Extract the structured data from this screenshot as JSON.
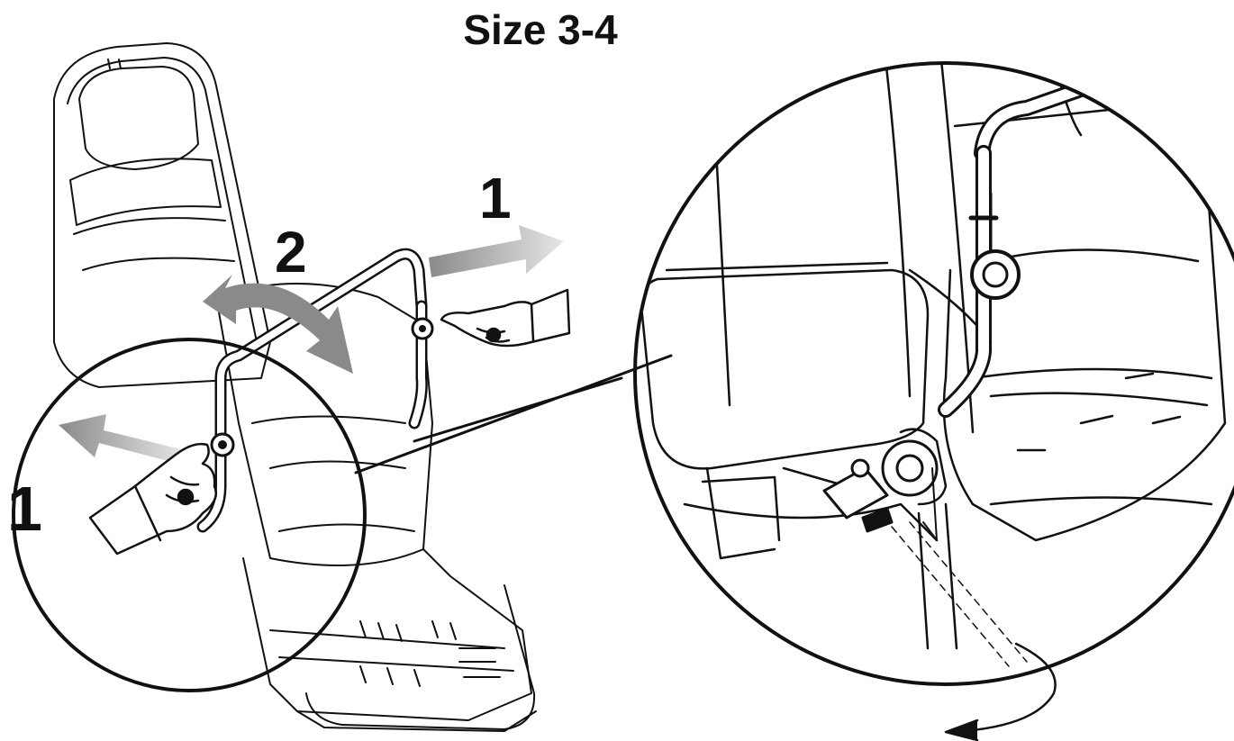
{
  "title": "Size 3-4",
  "steps": {
    "step_a": "1",
    "step_b": "2",
    "step_c": "1"
  },
  "colors": {
    "line": "#111111",
    "arrow_gray": "#8a8a8a",
    "arrow_light": "#cfcfcf",
    "background": "#ffffff"
  },
  "icons": {
    "hand_right": "pointing-hand-icon",
    "hand_left": "pointing-hand-icon",
    "push_arrow": "push-arrow-icon",
    "swing_arrow": "double-curved-arrow-icon",
    "rotate_arrow": "curved-rotate-arrow-icon"
  }
}
